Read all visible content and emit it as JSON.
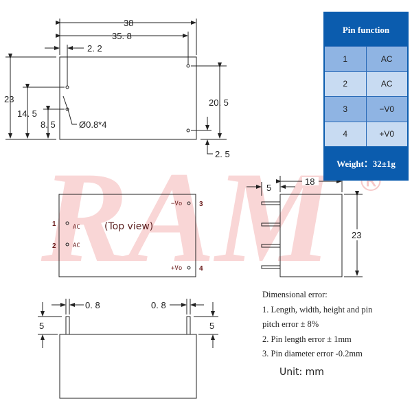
{
  "watermark": {
    "text": "RAM",
    "registered": "®",
    "color": "#f7c9c9"
  },
  "top_drawing": {
    "dim_length": "38",
    "dim_pin_span": "35. 8",
    "dim_pin_offset": "2. 2",
    "dim_height": "23",
    "dim_pin1_height": "14. 5",
    "dim_pin2_height": "8. 5",
    "pin_diameter_note": "Ø0.8*4",
    "dim_output_pitch": "20. 5",
    "dim_output_offset": "2. 5"
  },
  "pin_table": {
    "title": "Pin function",
    "rows": [
      {
        "pin": "1",
        "function": "AC"
      },
      {
        "pin": "2",
        "function": "AC"
      },
      {
        "pin": "3",
        "function": "−V0"
      },
      {
        "pin": "4",
        "function": "+V0"
      }
    ],
    "weight": "Weight：32±1g",
    "header_color": "#0b5cae",
    "row_dark": "#8fb4e3",
    "row_light": "#c8dbf2"
  },
  "top_view": {
    "label": "(Top view)",
    "pins": [
      {
        "num": "1",
        "label": "AC"
      },
      {
        "num": "2",
        "label": "AC"
      },
      {
        "num": "3",
        "label": "−Vo"
      },
      {
        "num": "4",
        "label": "+Vo"
      }
    ]
  },
  "side_view": {
    "dim_pin_length": "5",
    "dim_depth": "18",
    "dim_height": "23"
  },
  "front_view": {
    "dim_pin_width_left": "0. 8",
    "dim_pin_width_right": "0. 8",
    "dim_pin_length_left": "5",
    "dim_pin_length_right": "5"
  },
  "notes": {
    "title": "Dimensional error:",
    "line1a": "1.  Length, width, height and pin",
    "line1b": "pitch error  ±  8%",
    "line2": "2.  Pin length error  ±  1mm",
    "line3": "3.  Pin diameter error -0.2mm",
    "unit": "Unit: mm"
  }
}
